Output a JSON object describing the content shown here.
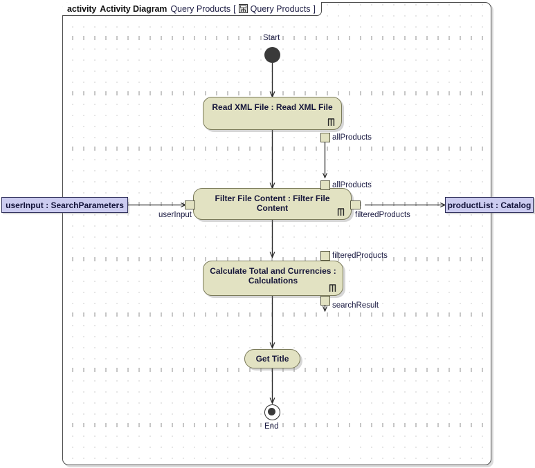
{
  "diagram": {
    "frame": {
      "keyword": "activity",
      "type_label": "Activity Diagram",
      "name": "Query Products",
      "bracket_open": "[",
      "inner_name": "Query Products",
      "bracket_close": "]",
      "icon": "activity-diagram-icon"
    },
    "colors": {
      "activity_fill": "#E2E2C2",
      "activity_stroke": "#7A7A5A",
      "object_fill": "#CCCCF0",
      "object_stroke": "#30305A",
      "frame_stroke": "#4A4A4A",
      "node_solid": "#3A3A3A",
      "text": "#1D1D44",
      "grid_dot": "#8A8A8A"
    },
    "nodes": {
      "start": {
        "label": "Start",
        "type": "initial-node"
      },
      "read_xml": {
        "label": "Read XML File : Read XML File",
        "type": "call-behavior-action"
      },
      "filter": {
        "label": "Filter File Content : Filter File Content",
        "type": "call-behavior-action"
      },
      "calculate": {
        "label_line1": "Calculate Total and Currencies :",
        "label_line2": "Calculations",
        "type": "call-behavior-action"
      },
      "get_title": {
        "label": "Get Title",
        "type": "call-behavior-action"
      },
      "end": {
        "label": "End",
        "type": "final-node"
      },
      "user_input": {
        "label": "userInput : SearchParameters",
        "type": "object-node"
      },
      "product_list": {
        "label": "productList : Catalog",
        "type": "object-node"
      }
    },
    "pins": [
      {
        "id": "read-xml-out",
        "label": "allProducts",
        "kind": "output-pin"
      },
      {
        "id": "filter-in-top",
        "label": "allProducts",
        "kind": "input-pin"
      },
      {
        "id": "filter-in-left",
        "label": "userInput",
        "kind": "input-pin"
      },
      {
        "id": "filter-out-right",
        "label": "filteredProducts",
        "kind": "output-pin"
      },
      {
        "id": "calc-in-top",
        "label": "filteredProducts",
        "kind": "input-pin"
      },
      {
        "id": "calc-out-bottom",
        "label": "searchResult",
        "kind": "output-pin"
      }
    ]
  }
}
